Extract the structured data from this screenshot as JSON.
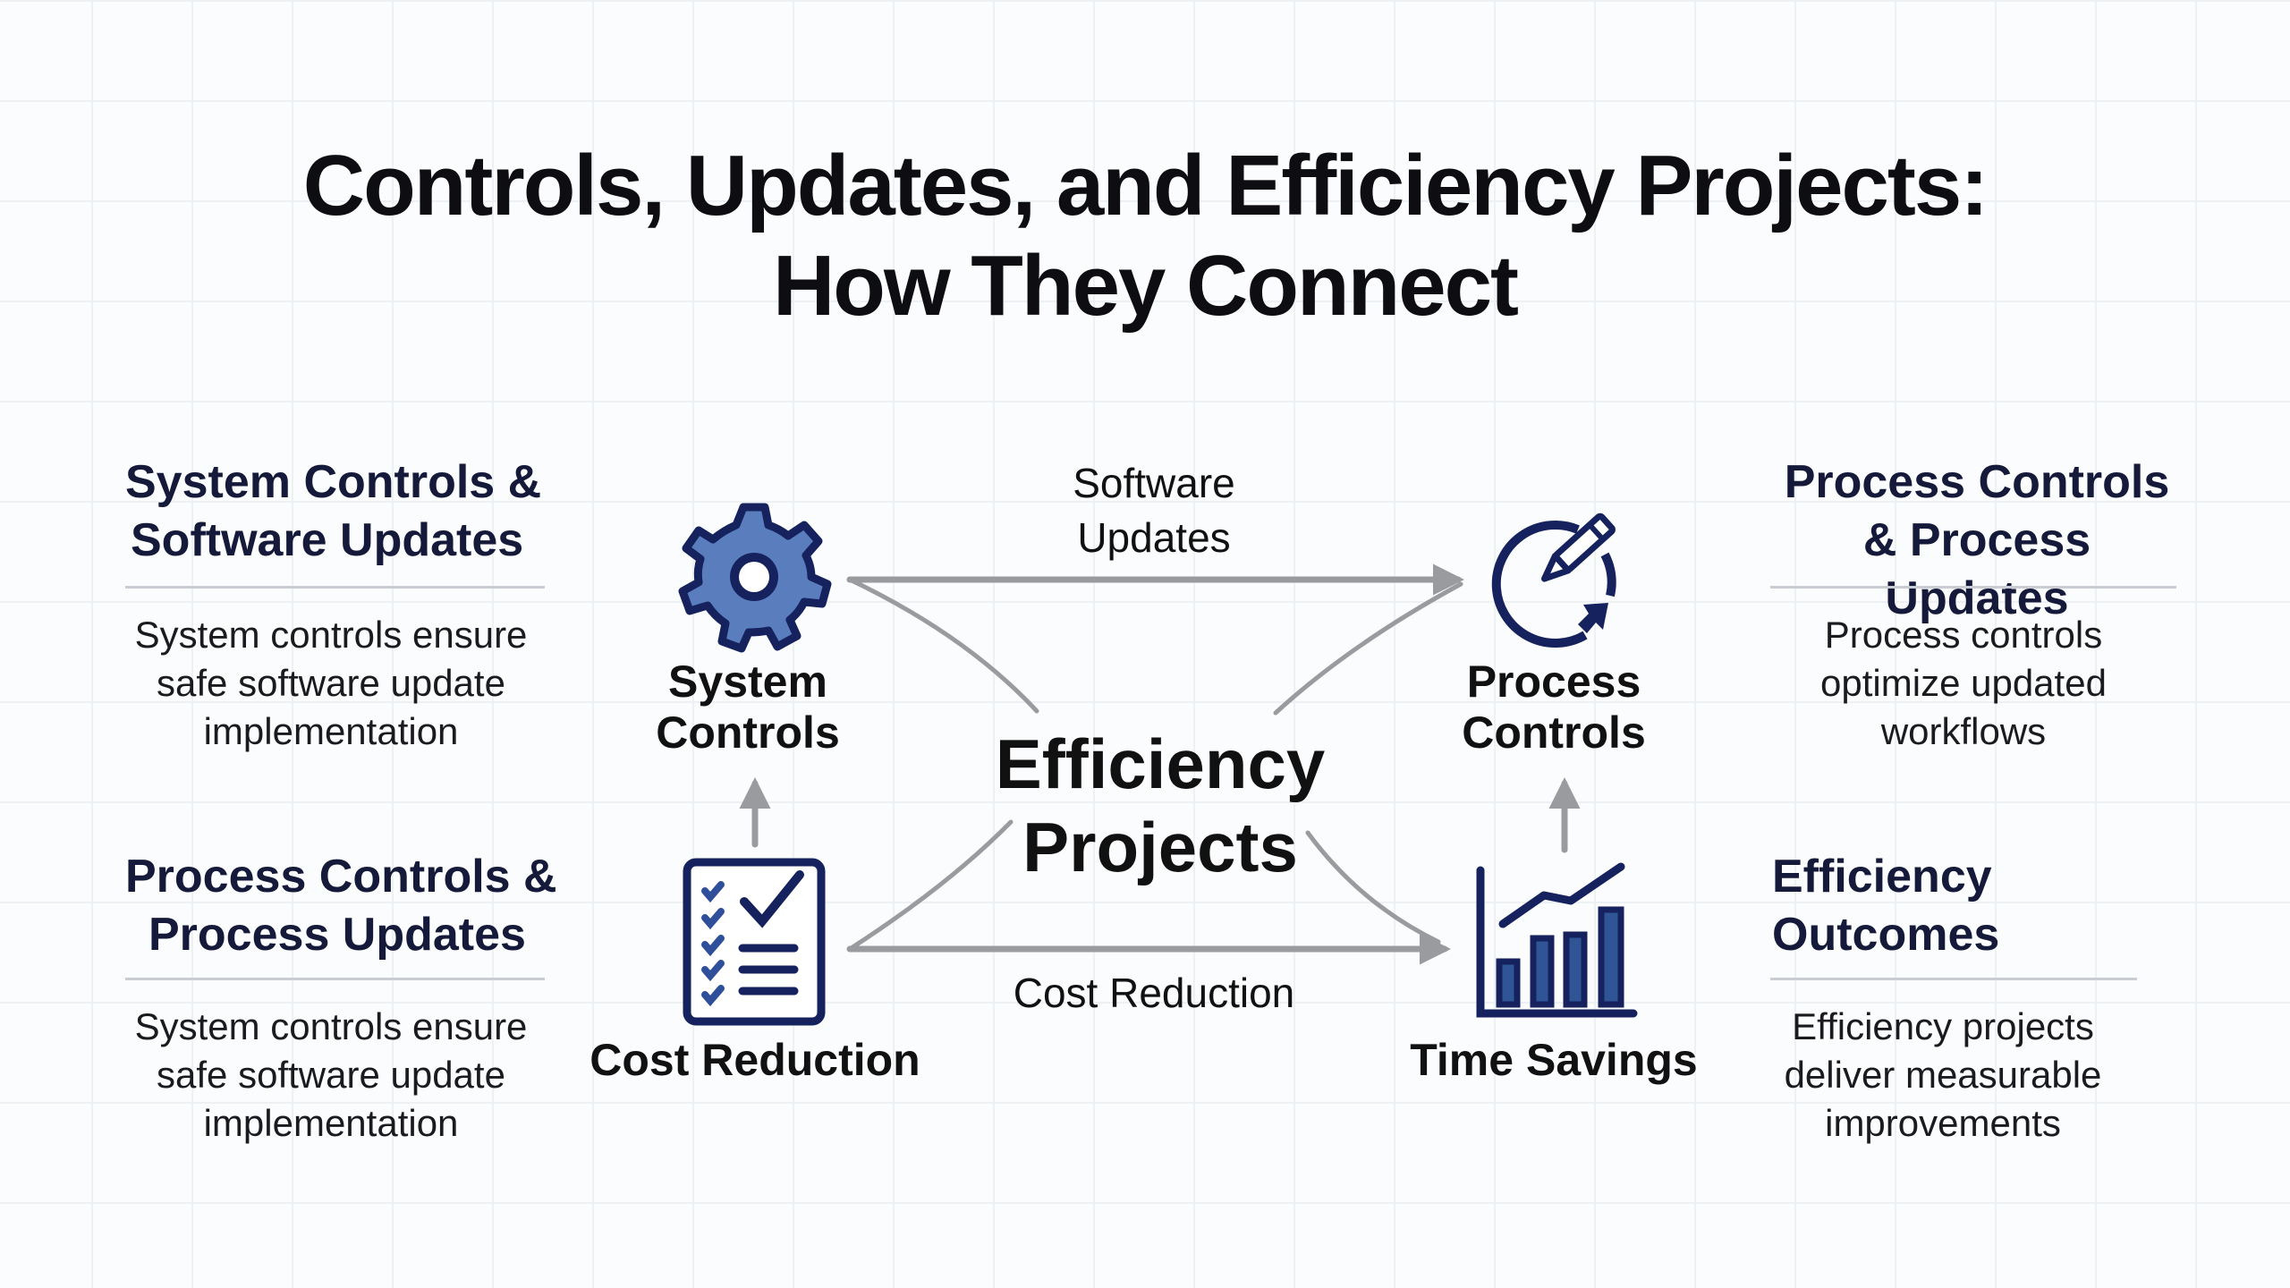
{
  "title": {
    "line1": "Controls, Updates, and Efficiency Projects:",
    "line2": "How They Connect"
  },
  "left_sections": [
    {
      "heading_line1": "System Controls &",
      "heading_line2": "Software Updates",
      "desc": [
        "System controls ensure",
        "safe software update",
        "implementation"
      ]
    },
    {
      "heading_line1": "Process Controls &",
      "heading_line2": "Process Updates",
      "desc": [
        "System controls ensure",
        "safe software update",
        "implementation"
      ]
    }
  ],
  "right_sections": [
    {
      "heading_line1": "Process Controls",
      "heading_line2": "& Process Updates",
      "desc": [
        "Process controls",
        "optimize updated",
        "workflows"
      ]
    },
    {
      "heading_line1": "Efficiency",
      "heading_line2": "Outcomes",
      "desc": [
        "Efficiency projects",
        "deliver measurable",
        "improvements"
      ]
    }
  ],
  "diagram": {
    "center": {
      "line1": "Efficiency",
      "line2": "Projects"
    },
    "nodes": {
      "system_controls": {
        "line1": "System",
        "line2": "Controls",
        "icon": "gear-icon"
      },
      "process_controls": {
        "line1": "Process",
        "line2": "Controls",
        "icon": "refresh-pencil-icon"
      },
      "cost_reduction": {
        "label": "Cost Reduction",
        "icon": "checklist-icon"
      },
      "time_savings": {
        "label": "Time Savings",
        "icon": "bar-chart-icon"
      }
    },
    "edges": {
      "top": {
        "line1": "Software",
        "line2": "Updates"
      },
      "bottom": "Cost Reduction"
    }
  },
  "colors": {
    "navy": "#15225e",
    "icon_fill": "#5a7dbd",
    "bar_fill": "#2f5597",
    "arrow": "#9a9b9e"
  }
}
